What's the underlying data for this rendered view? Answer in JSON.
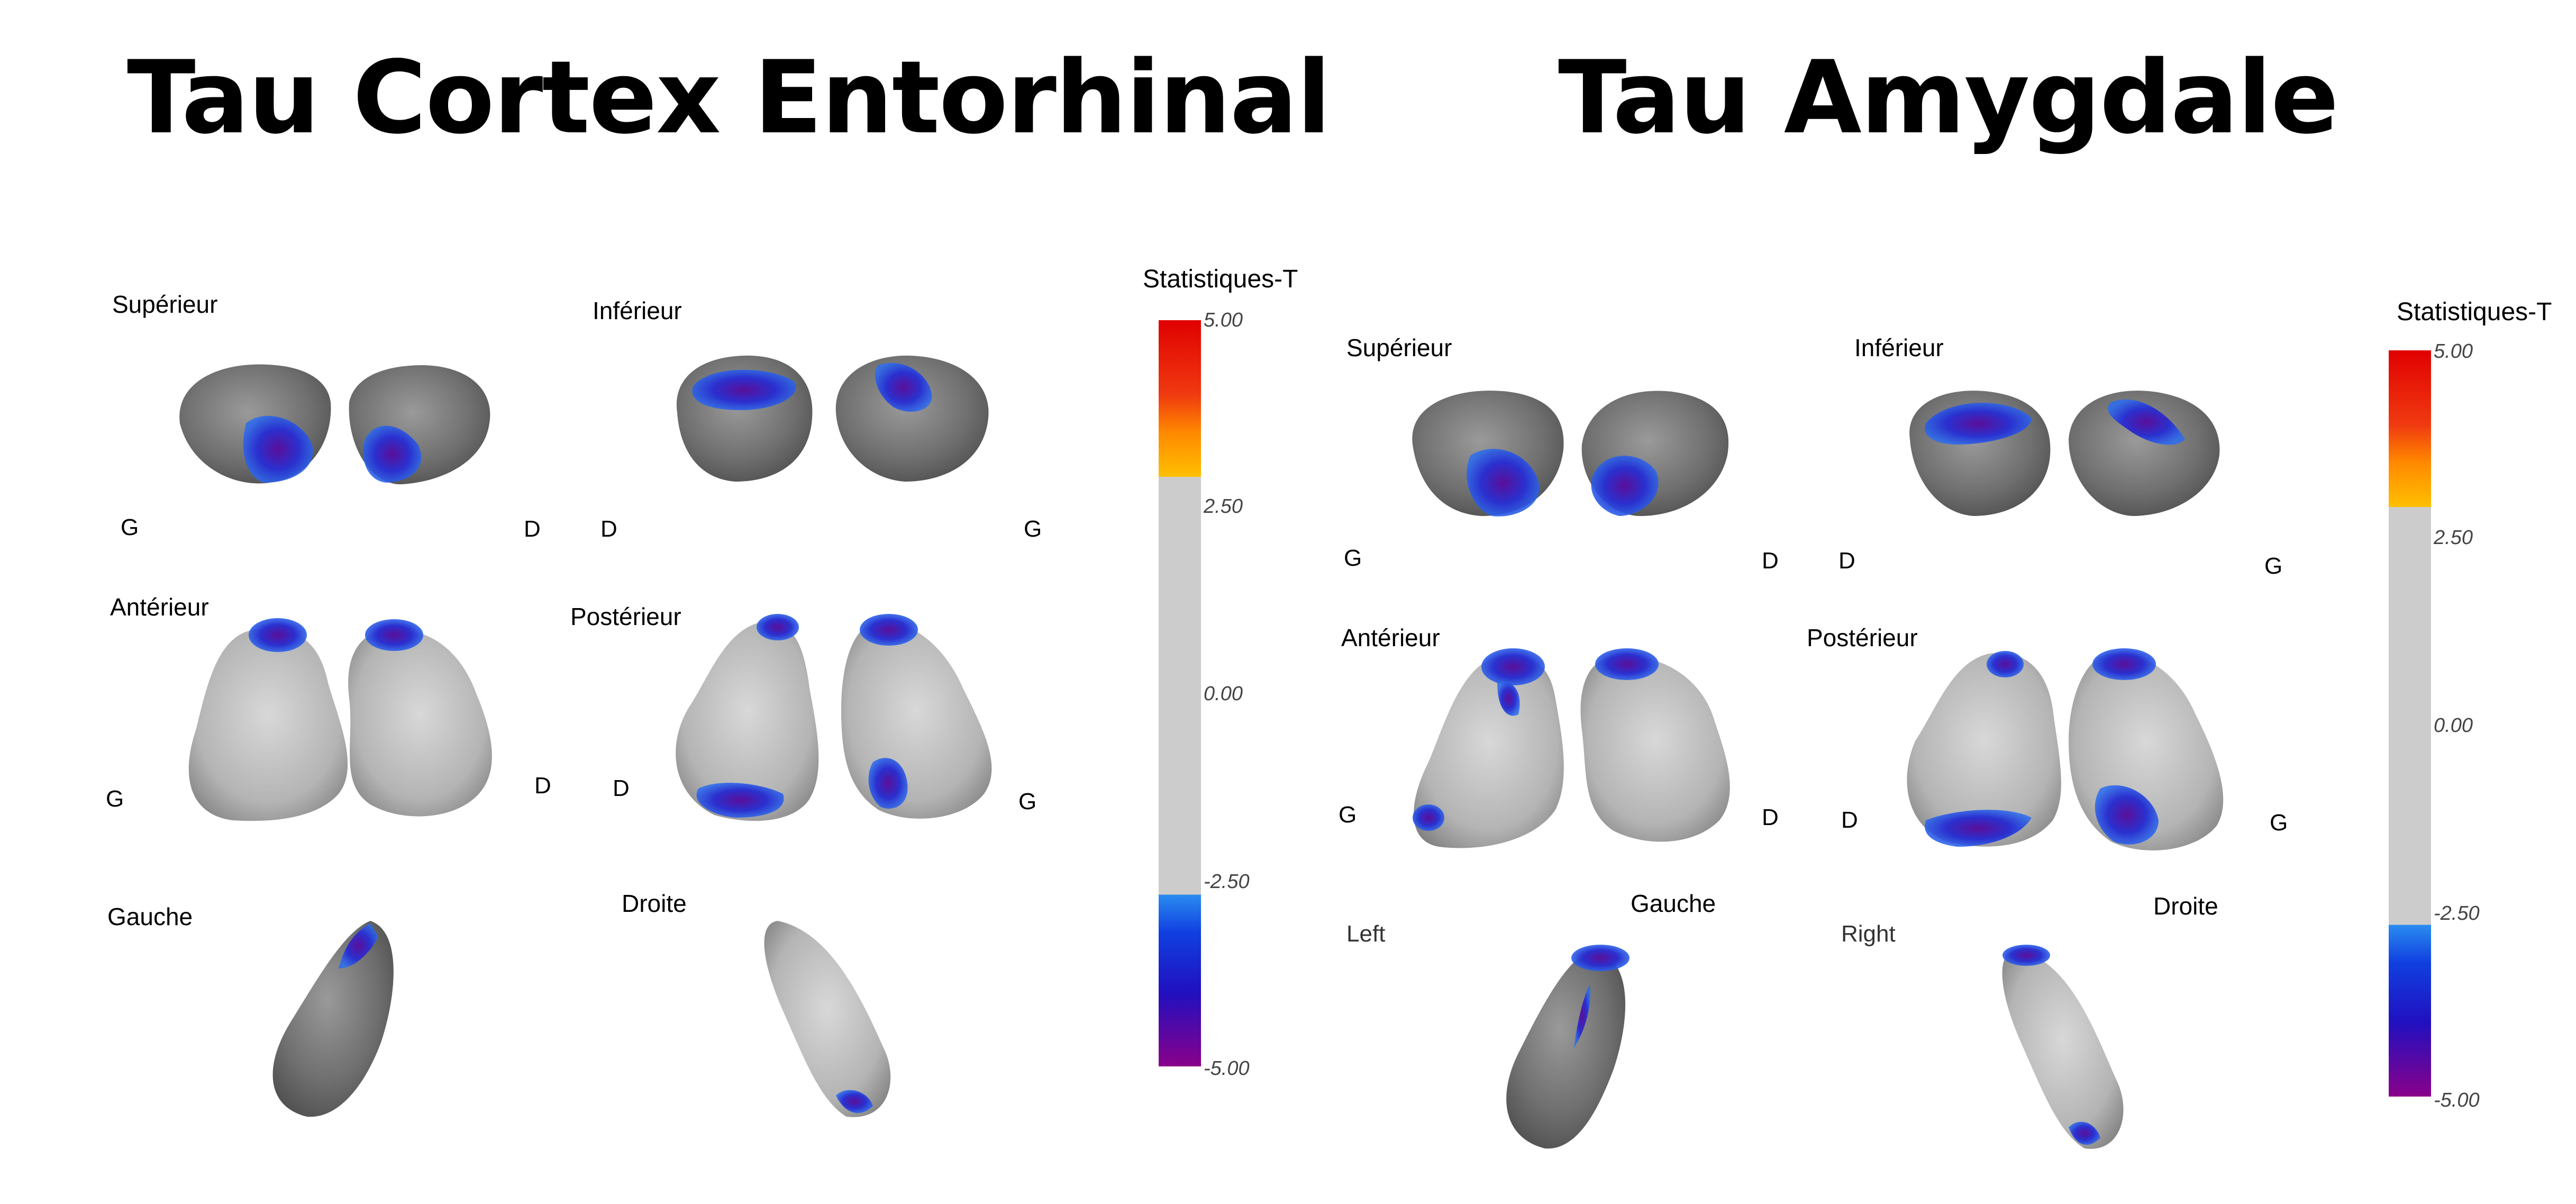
{
  "panels": [
    {
      "title": "Tau Cortex Entorhinal",
      "views": {
        "superior": "Supérieur",
        "inferior": "Inférieur",
        "anterior": "Antérieur",
        "posterior": "Postérieur",
        "left": "Gauche",
        "right": "Droite"
      },
      "side_labels": {
        "superior": [
          "G",
          "D"
        ],
        "inferior": [
          "D",
          "G"
        ],
        "anterior": [
          "G",
          "D"
        ],
        "posterior": [
          "D",
          "G"
        ]
      },
      "lateral_labels": [
        "",
        ""
      ],
      "colorbar": {
        "title": "Statistiques-T",
        "ticks": [
          "5.00",
          "2.50",
          "0.00",
          "-2.50",
          "-5.00"
        ]
      }
    },
    {
      "title": "Tau Amygdale",
      "views": {
        "superior": "Supérieur",
        "inferior": "Inférieur",
        "anterior": "Antérieur",
        "posterior": "Postérieur",
        "left": "Gauche",
        "right": "Droite"
      },
      "side_labels": {
        "superior": [
          "G",
          "D"
        ],
        "inferior": [
          "D",
          "G"
        ],
        "anterior": [
          "G",
          "D"
        ],
        "posterior": [
          "D",
          "G"
        ]
      },
      "lateral_labels": [
        "Left",
        "Right"
      ],
      "colorbar": {
        "title": "Statistiques-T",
        "ticks": [
          "5.00",
          "2.50",
          "0.00",
          "-2.50",
          "-5.00"
        ]
      }
    }
  ],
  "colors": {
    "surface_gray": "#b9b9b9",
    "dark_gray": "#6e6e6e",
    "neg_blue": "#1f3fd0",
    "neg_purple": "#6a1ea0",
    "pos_red": "#e01010",
    "pos_orange": "#ffaa00",
    "neutral": "#cccccc"
  }
}
